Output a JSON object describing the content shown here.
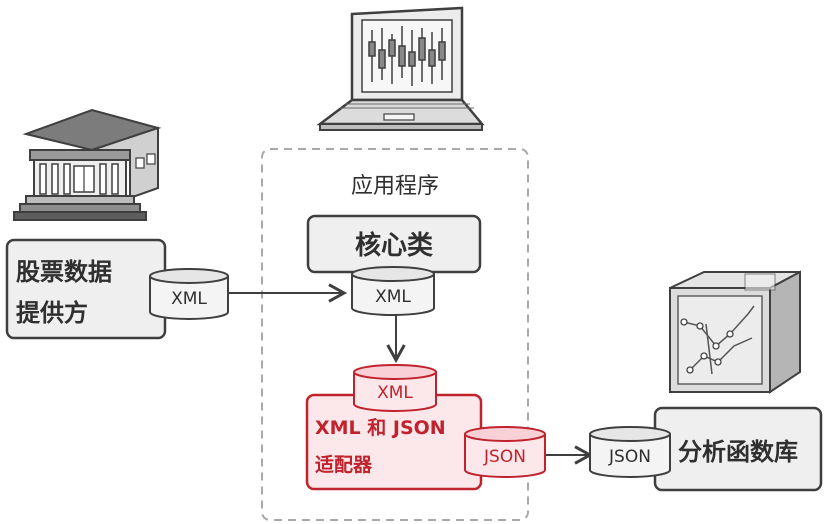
{
  "container": {
    "label": "应用程序"
  },
  "core_class": {
    "label": "核心类",
    "format": "XML"
  },
  "stock_provider": {
    "line1": "股票数据",
    "line2": "提供方",
    "format": "XML"
  },
  "adapter": {
    "line1": "XML 和 JSON",
    "line2": "适配器",
    "input_format": "XML",
    "output_format": "JSON"
  },
  "analytics_lib": {
    "label": "分析函数库",
    "format": "JSON"
  },
  "colors": {
    "ink": "#3f3f3f",
    "box_fill": "#efefef",
    "accent_red": "#c0222e",
    "red_fill": "#fce8ea"
  }
}
